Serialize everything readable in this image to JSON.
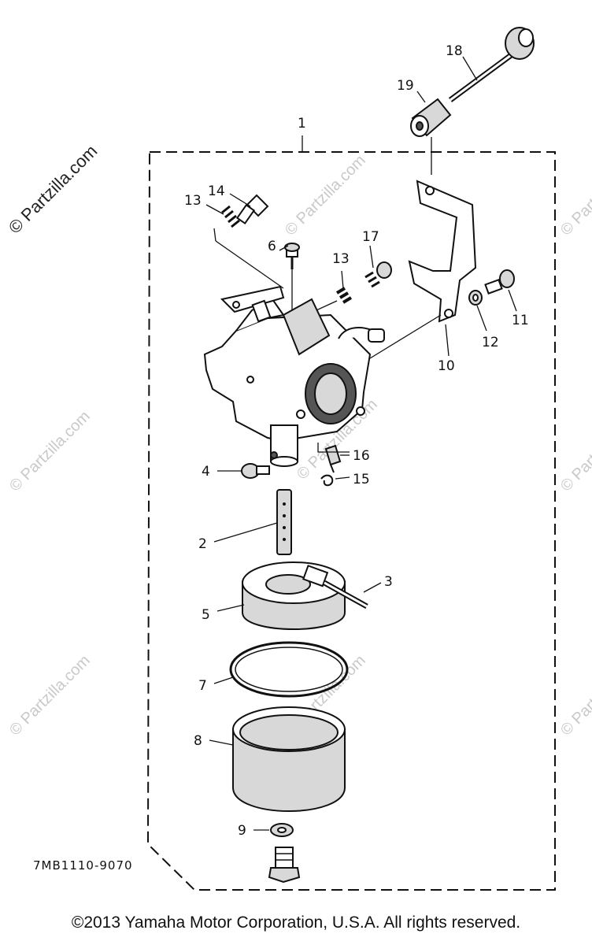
{
  "watermark": "© Partzilla.com",
  "assembly_code": "7MB1110-9070",
  "copyright": "©2013 Yamaha Motor Corporation, U.S.A. All rights reserved.",
  "callouts": {
    "c1": "1",
    "c2": "2",
    "c3": "3",
    "c4": "4",
    "c5": "5",
    "c6": "6",
    "c7": "7",
    "c8": "8",
    "c9": "9",
    "c10": "10",
    "c11": "11",
    "c12": "12",
    "c13a": "13",
    "c13b": "13",
    "c14": "14",
    "c15": "15",
    "c16": "16",
    "c17": "17",
    "c18": "18",
    "c19": "19"
  }
}
